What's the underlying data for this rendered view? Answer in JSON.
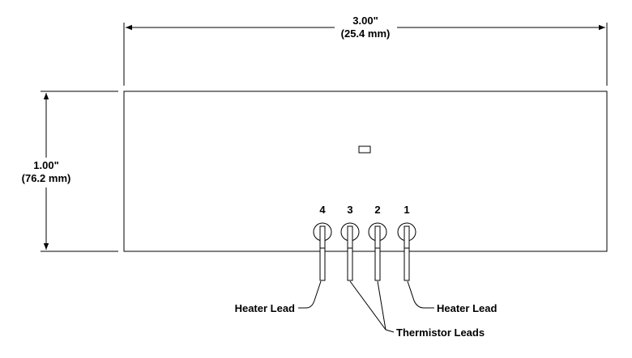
{
  "dimensions": {
    "width_in": "3.00\"",
    "width_mm": "(25.4 mm)",
    "height_in": "1.00\"",
    "height_mm": "(76.2 mm)"
  },
  "pins": [
    "4",
    "3",
    "2",
    "1"
  ],
  "callouts": {
    "heater_left": "Heater Lead",
    "heater_right": "Heater Lead",
    "thermistor": "Thermistor Leads"
  }
}
